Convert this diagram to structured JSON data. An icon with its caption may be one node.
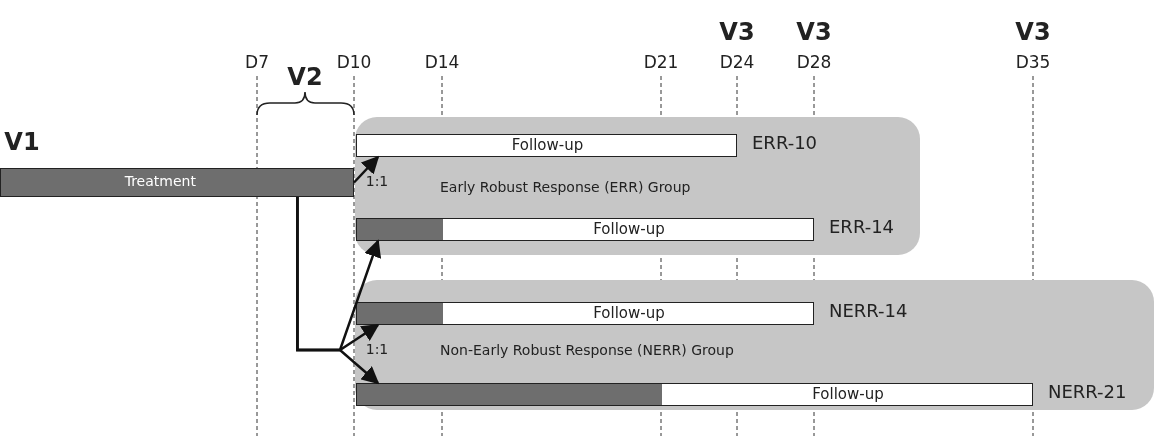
{
  "diagram": {
    "nodes": [
      {
        "text": [
          "Treatment"
        ]
      },
      {
        "text": [
          "Early Robust Response (ERR) Group"
        ]
      },
      {
        "text": [
          "Follow-up"
        ],
        "beside": [
          "ERR-10"
        ],
        "in": 1
      },
      {
        "text": [
          "Follow-up"
        ],
        "beside": [
          "ERR-14"
        ],
        "in": 1
      },
      {
        "text": [
          "Non-Early Robust Response (NERR) Group"
        ]
      },
      {
        "text": [
          "Follow-up"
        ],
        "beside": [
          "NERR-14"
        ],
        "in": 4
      },
      {
        "text": [
          "Follow-up"
        ],
        "beside": [
          "NERR-21"
        ],
        "in": 4
      }
    ],
    "edges": [
      {
        "from": 0,
        "to": 2,
        "arrow": "to"
      },
      {
        "from": 0,
        "to": 3,
        "arrow": "to"
      },
      {
        "from": 0,
        "to": 5,
        "arrow": "to"
      },
      {
        "from": 0,
        "to": 6,
        "arrow": "to"
      }
    ],
    "labels": [
      "V3",
      "V3",
      "V3",
      "D7",
      "D10",
      "D14",
      "D21",
      "D24",
      "D28",
      "D35",
      "V2",
      "V1",
      "1:1",
      "1:1"
    ]
  }
}
